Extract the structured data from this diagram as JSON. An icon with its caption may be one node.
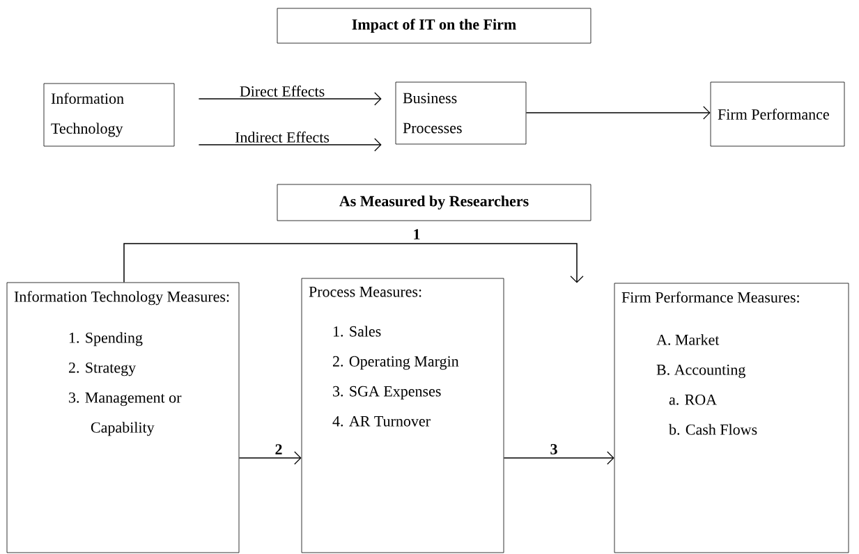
{
  "diagram": {
    "nodes": [
      {
        "text": [
          "Impact of IT on the Firm"
        ]
      },
      {
        "text": [
          "Information Technology"
        ]
      },
      {
        "text": [
          "Business Processes"
        ]
      },
      {
        "text": [
          "Firm Performance"
        ]
      },
      {
        "text": [
          "As Measured by Researchers"
        ]
      },
      {
        "text": [
          "Information Technology Measures:",
          "1. Spending",
          "2. Strategy",
          "3. Management or Capability"
        ]
      },
      {
        "text": [
          "Process Measures:",
          "1. Sales",
          "2. Operating Margin",
          "3. SGA Expenses",
          "4. AR Turnover"
        ]
      },
      {
        "text": [
          "Firm Performance Measures:",
          "A. Market",
          "B. Accounting",
          "a. ROA",
          "b. Cash Flows"
        ]
      }
    ],
    "edges": [
      {
        "from": 1,
        "to": 2,
        "arrow": "to",
        "label": "Direct Effects"
      },
      {
        "from": 1,
        "to": 2,
        "arrow": "to",
        "label": "Indirect Effects"
      },
      {
        "from": 2,
        "to": 3,
        "arrow": "to"
      },
      {
        "from": 5,
        "to": 7,
        "arrow": "to",
        "label": "1"
      },
      {
        "from": 5,
        "to": 6,
        "arrow": "to",
        "label": "2"
      },
      {
        "from": 6,
        "to": 7,
        "arrow": "to",
        "label": "3"
      }
    ]
  }
}
